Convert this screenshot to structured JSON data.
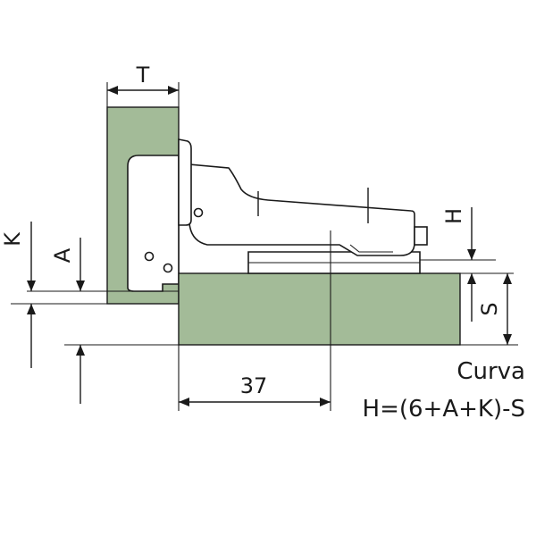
{
  "labels": {
    "T": "T",
    "K": "K",
    "A": "A",
    "H": "H",
    "S": "S",
    "dim_37": "37",
    "type_name": "Curva",
    "formula": "H=(6+A+K)-S"
  },
  "colors": {
    "panel_fill": "#a3bb98",
    "line": "#1a1a1a",
    "background": "#ffffff"
  }
}
